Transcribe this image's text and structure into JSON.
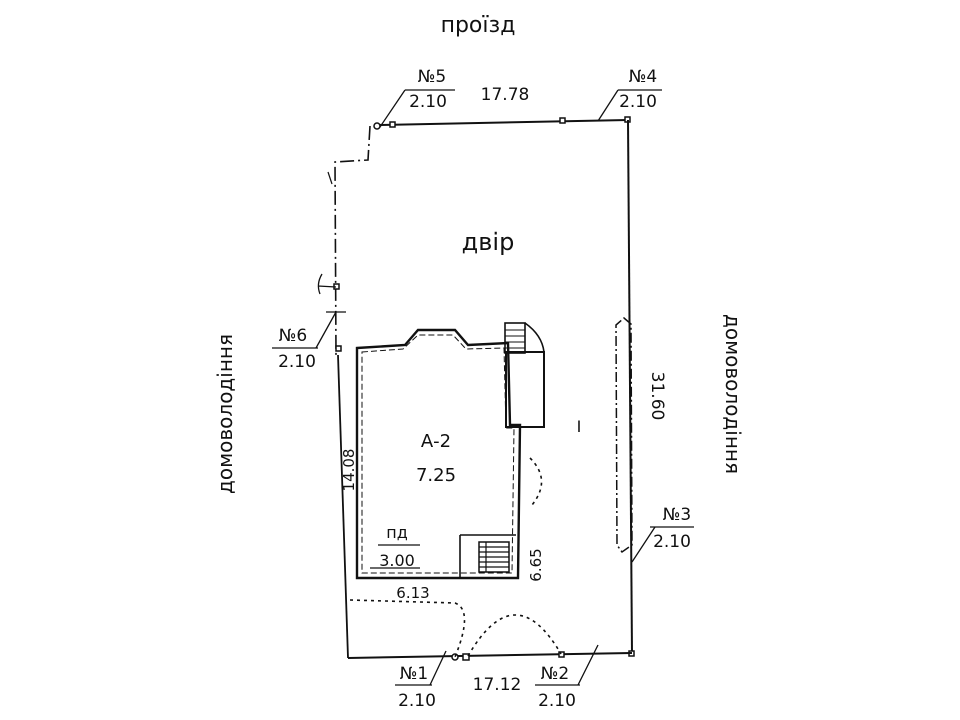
{
  "street_label": "проїзд",
  "yard_label": "двір",
  "neighbor_left": "домоволодіння",
  "neighbor_right": "домоволодіння",
  "building": {
    "code": "А-2",
    "height": "7.25"
  },
  "basement": {
    "code": "пд",
    "height": "3.00"
  },
  "dimensions": {
    "top": "17.78",
    "bottom": "17.12",
    "right": "31.60",
    "building_length": "14.08",
    "building_width": "6.13",
    "building_depth": "6.65"
  },
  "points": [
    {
      "label": "№1",
      "value": "2.10"
    },
    {
      "label": "№2",
      "value": "2.10"
    },
    {
      "label": "№3",
      "value": "2.10"
    },
    {
      "label": "№4",
      "value": "2.10"
    },
    {
      "label": "№5",
      "value": "2.10"
    },
    {
      "label": "№6",
      "value": "2.10"
    }
  ],
  "misc_mark": "I"
}
